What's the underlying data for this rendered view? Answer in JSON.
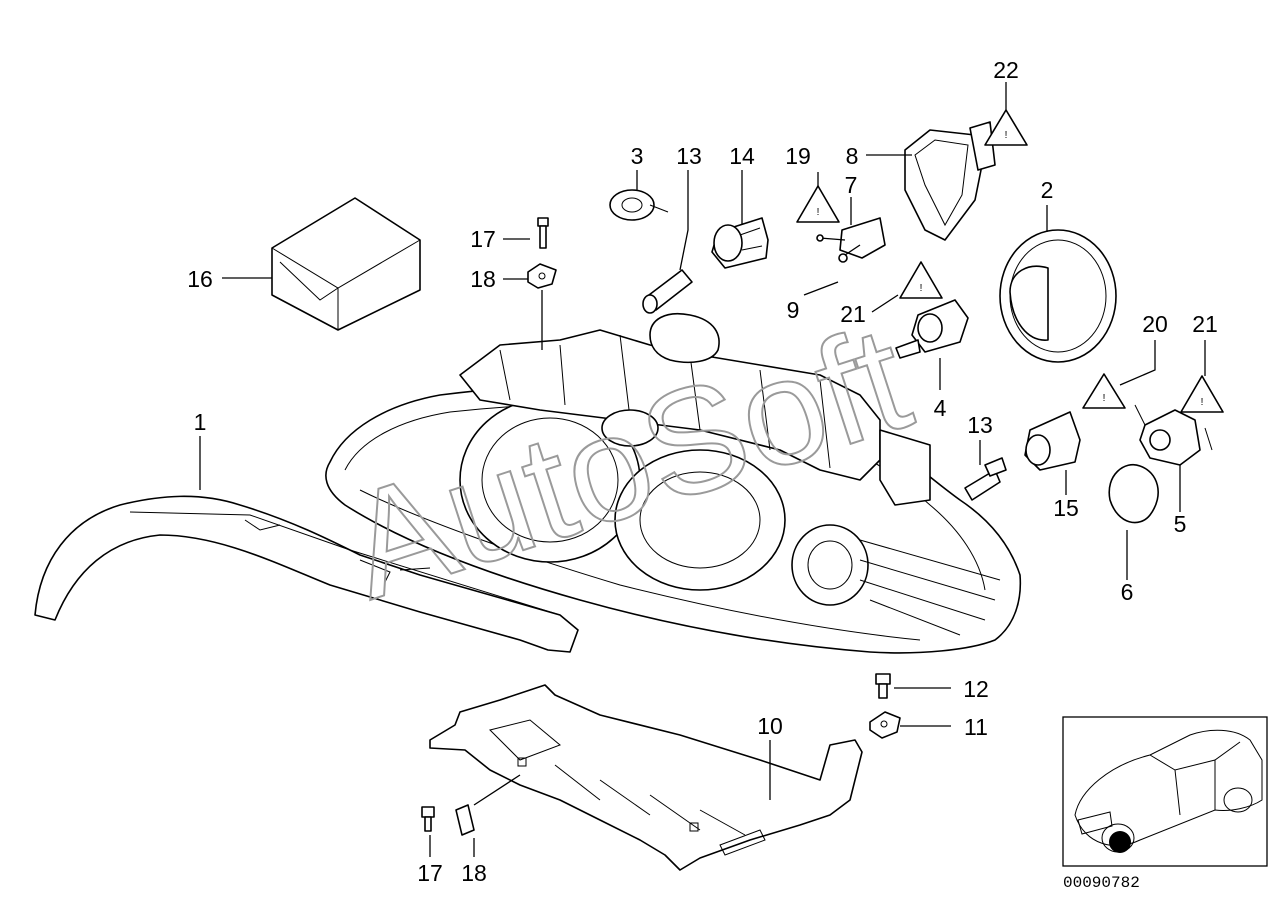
{
  "watermark": "AutoSoft",
  "diagram_code": "00090782",
  "callouts": [
    "1",
    "2",
    "3",
    "4",
    "5",
    "6",
    "7",
    "8",
    "9",
    "10",
    "11",
    "12",
    "13",
    "13",
    "14",
    "15",
    "16",
    "17",
    "17",
    "18",
    "18",
    "19",
    "20",
    "21",
    "21",
    "22"
  ],
  "icons": {
    "warning_triangle": "warning-triangle-icon",
    "vehicle_thumbnail": "car-location-thumbnail"
  }
}
